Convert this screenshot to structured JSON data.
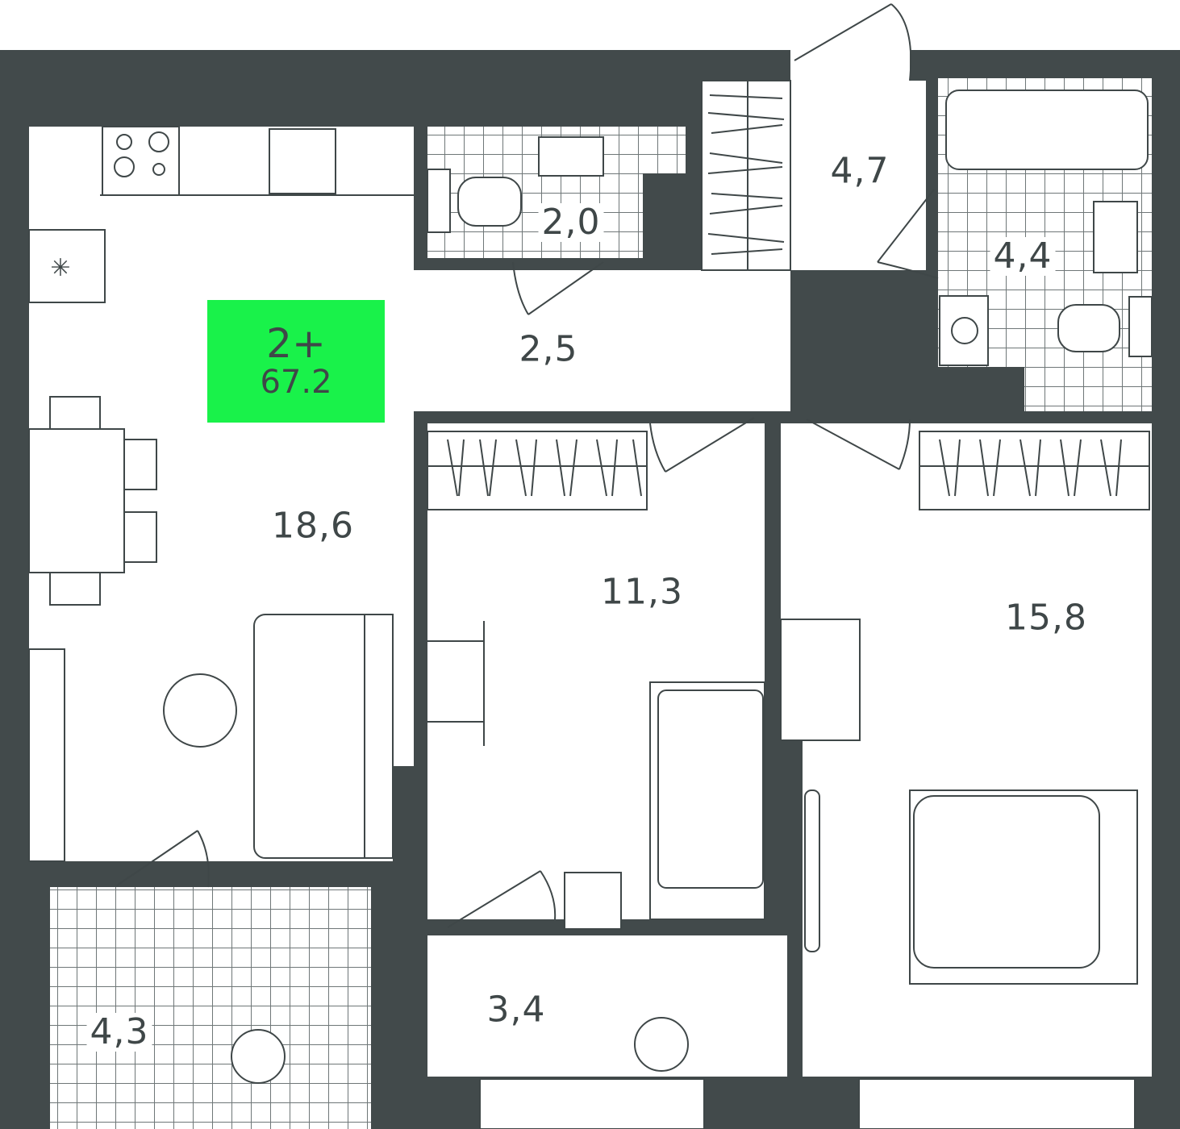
{
  "badge": {
    "rooms": "2+",
    "total_area": "67.2",
    "color": "#19f24a"
  },
  "colors": {
    "wall": "#424a4b",
    "line": "#3f4748",
    "tile": "#9aa1a2"
  },
  "rooms": {
    "living_kitchen": "18,6",
    "toilet": "2,0",
    "corridor": "2,5",
    "hall": "4,7",
    "bathroom": "4,4",
    "bedroom_small": "11,3",
    "bedroom_large": "15,8",
    "balcony_right": "3,4",
    "balcony_left": "4,3"
  }
}
